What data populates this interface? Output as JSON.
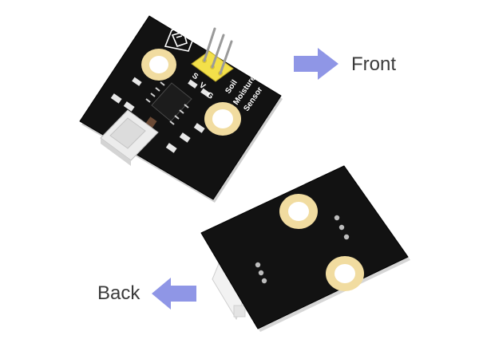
{
  "labels": {
    "front": "Front",
    "back": "Back"
  },
  "board": {
    "title_line1": "Soil",
    "title_line2": "Moisture",
    "title_line3": "Sensor",
    "pin_s": "S",
    "pin_v": "V",
    "pin_g": "G"
  },
  "colors": {
    "arrow": "#8f96e6",
    "pcb": "#121212",
    "ring": "#f1dca0",
    "header": "#f3e04a",
    "connector": "#f2f2f2"
  }
}
